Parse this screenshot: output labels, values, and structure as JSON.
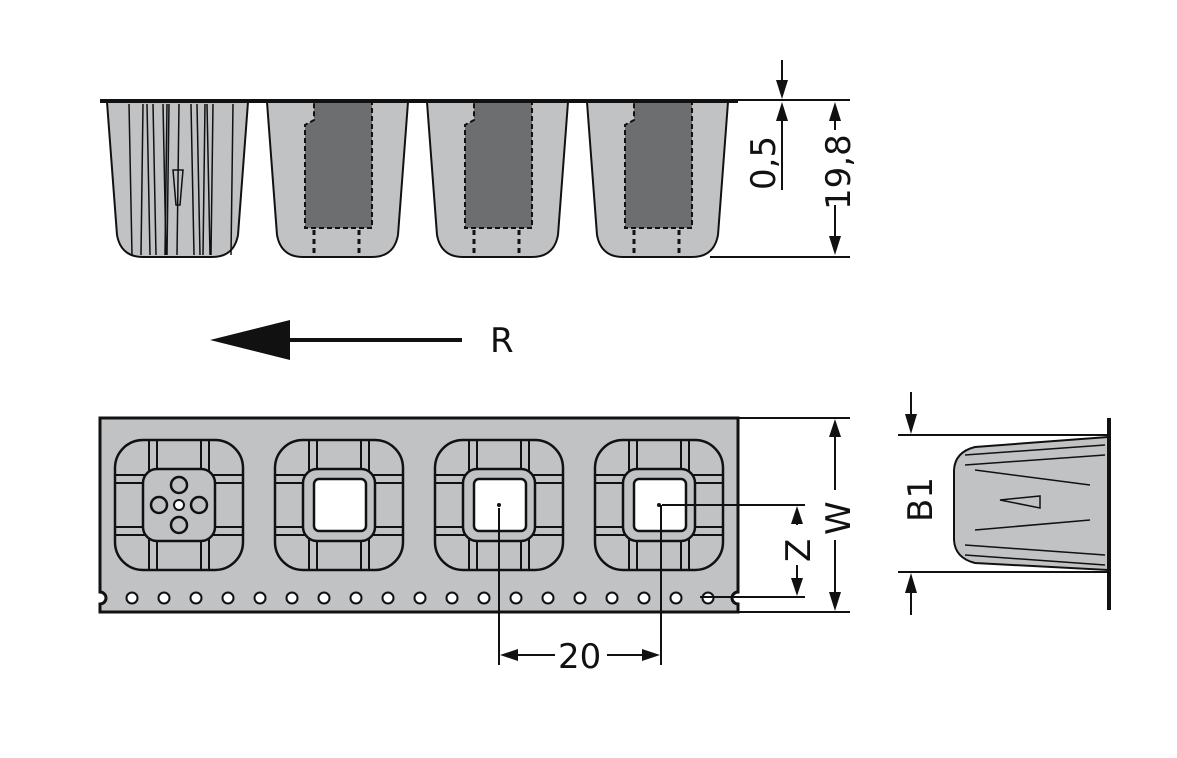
{
  "drawing": {
    "direction_label": "R",
    "dims": {
      "flange_thickness": "0,5",
      "total_height": "19,8",
      "pitch": "20",
      "width": "W",
      "offset": "Z",
      "side_width": "B1"
    },
    "pocket_count": 4,
    "sprocket_hole_count": 19,
    "colors": {
      "tape": "#c1c2c4",
      "component": "#6d6e70",
      "line": "#111111"
    }
  }
}
